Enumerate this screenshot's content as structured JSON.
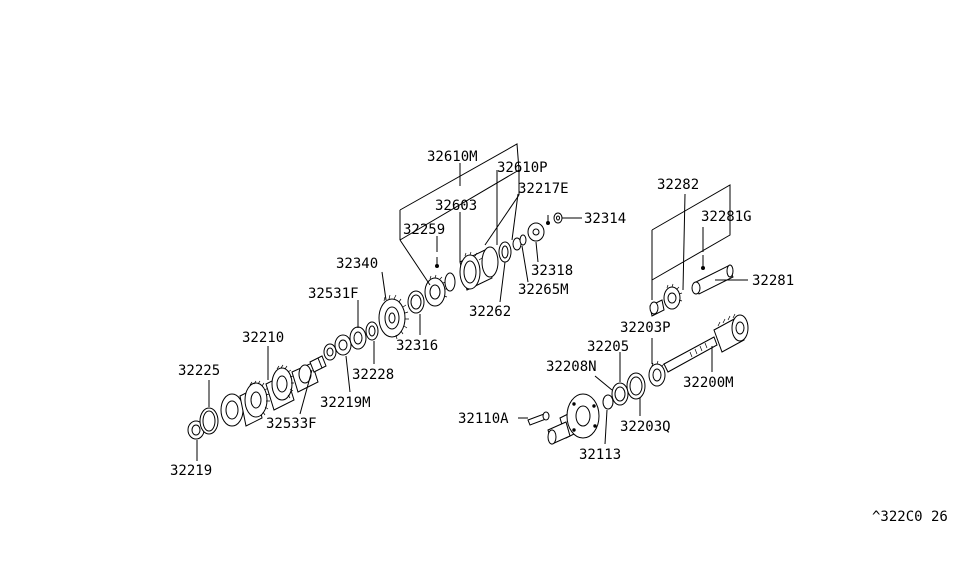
{
  "diagram": {
    "labels": {
      "p32610M": "32610M",
      "p32610P": "32610P",
      "p32217E": "32217E",
      "p32603": "32603",
      "p32259": "32259",
      "p32314": "32314",
      "p32340": "32340",
      "p32318": "32318",
      "p32265M": "32265M",
      "p32531F": "32531F",
      "p32262": "32262",
      "p32316": "32316",
      "p32210": "32210",
      "p32228": "32228",
      "p32225": "32225",
      "p32219M": "32219M",
      "p32533F": "32533F",
      "p32219": "32219",
      "p32282": "32282",
      "p32281G": "32281G",
      "p32281": "32281",
      "p32203P": "32203P",
      "p32205": "32205",
      "p32208N": "32208N",
      "p32200M": "32200M",
      "p32110A": "32110A",
      "p32203Q": "32203Q",
      "p32113": "32113"
    },
    "drawing_code": "^322C0 26"
  }
}
